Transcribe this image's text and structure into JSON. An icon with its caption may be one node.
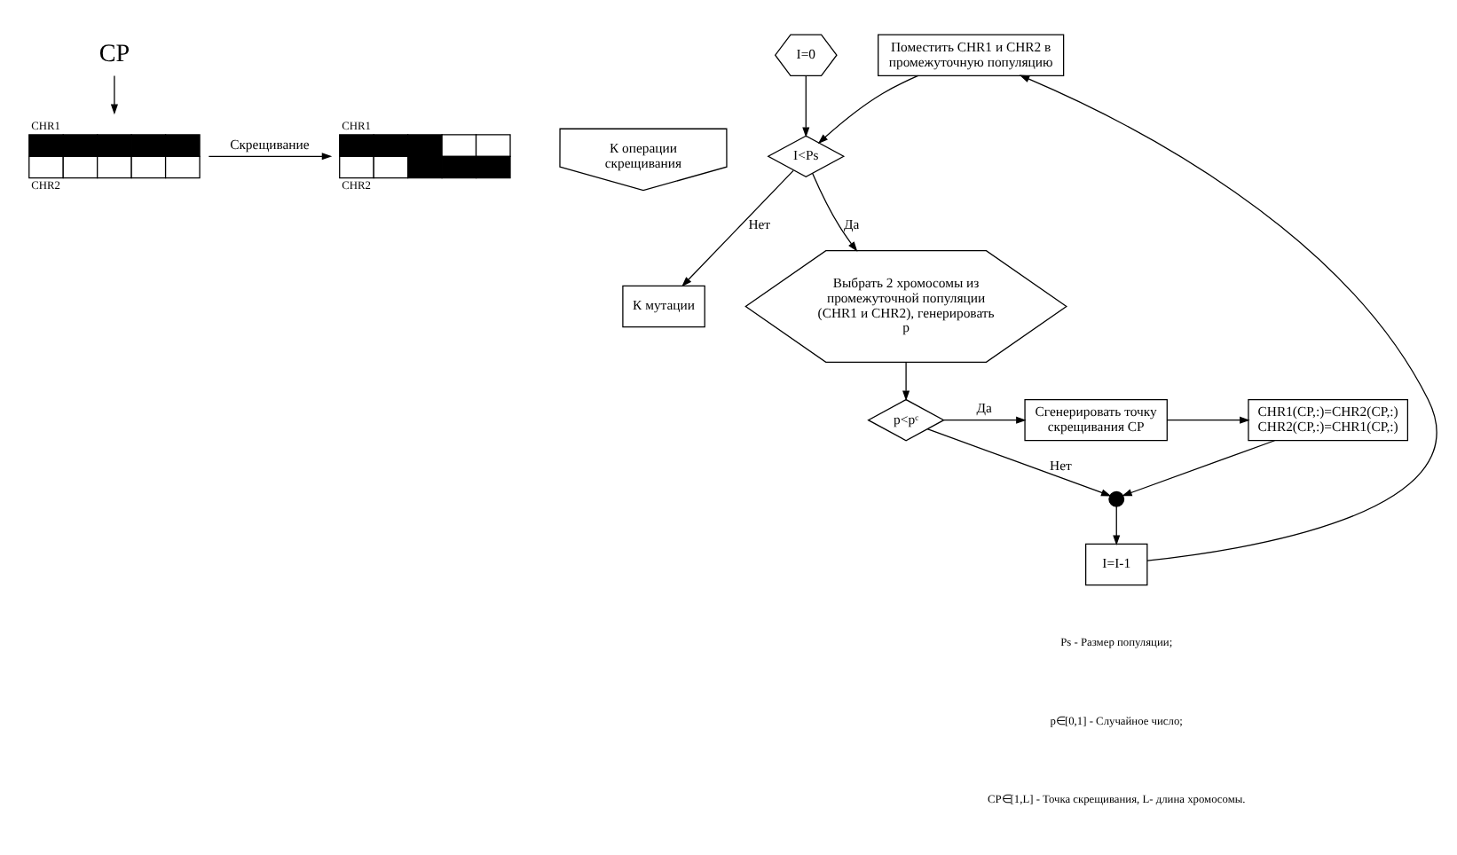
{
  "diagram": {
    "nodes": [
      {
        "text": [],
        "shape": "picture",
        "beside": [
          "CHR1",
          "CHR2"
        ]
      },
      {
        "text": [],
        "shape": "picture",
        "beside": [
          "CHR1",
          "CHR2"
        ]
      },
      {
        "text": [
          "CP"
        ]
      },
      {
        "text": [
          "К операции скрещивания"
        ]
      },
      {
        "text": [
          "I=0"
        ]
      },
      {
        "text": [
          "I<Ps"
        ]
      },
      {
        "text": [
          "К мутации"
        ]
      },
      {
        "text": [
          "Выбрать 2 хромосомы из промежуточной популяции (CHR1 и CHR2), генерировать p"
        ]
      },
      {
        "text": [
          "Поместить CHR1 и CHR2 в промежуточную популяцию"
        ]
      },
      {
        "text": [
          "CHR1(CP,:)=CHR2(CP,:) CHR2(CP,:)=CHR1(CP,:)"
        ]
      },
      {
        "text": [
          "Сгенерировать точку скрещивания CP"
        ]
      },
      {
        "text": [
          "p<pᶜ"
        ]
      },
      {
        "text": [],
        "shape": "circle"
      },
      {
        "text": [
          "I=I-1"
        ]
      }
    ],
    "edges": [
      {
        "from": 0,
        "to": 1,
        "arrow": "to",
        "label": "Скрещивание"
      },
      {
        "from": 2,
        "to": 0,
        "arrow": "to"
      },
      {
        "from": 4,
        "to": 5,
        "arrow": "to"
      },
      {
        "from": 5,
        "to": 6,
        "arrow": "to",
        "label": "Нет"
      },
      {
        "from": 5,
        "to": 7,
        "arrow": "to",
        "label": "Да"
      },
      {
        "from": 7,
        "to": 11,
        "arrow": "to"
      },
      {
        "from": 11,
        "to": 10,
        "arrow": "to",
        "label": "Да"
      },
      {
        "from": 10,
        "to": 9,
        "arrow": "to"
      },
      {
        "from": 9,
        "to": 12,
        "arrow": "to"
      },
      {
        "from": 11,
        "to": 12,
        "arrow": "to",
        "label": "Нет"
      },
      {
        "from": 12,
        "to": 13,
        "arrow": "to"
      },
      {
        "from": 13,
        "to": 8,
        "arrow": "to"
      },
      {
        "from": 8,
        "to": 5,
        "arrow": "to"
      }
    ],
    "labels": [
      "Ps - Размер популяции;",
      "p∈[0,1] - Случайное число;",
      "CP∈[1,L] - Точка скрещивания, L- длина хромосомы."
    ]
  }
}
